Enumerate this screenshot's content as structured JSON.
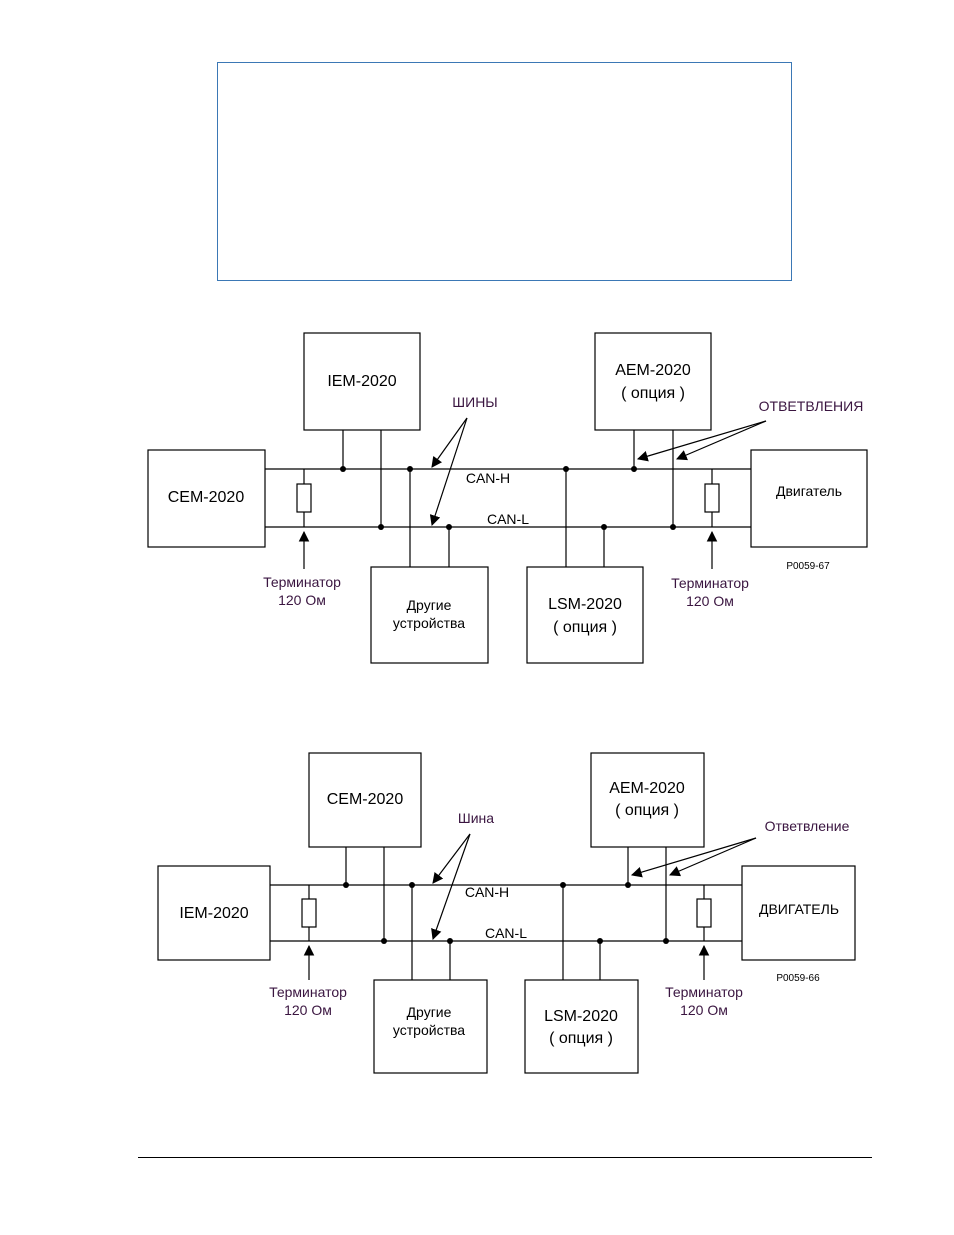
{
  "diagrams": [
    {
      "left_box": "CEM-2020",
      "top_left_box": "IEM-2020",
      "top_right_box_line1": "AEM-2020",
      "top_right_box_line2": "( опция )",
      "bottom_middle_box_line1": "Другие",
      "bottom_middle_box_line2": "устройства",
      "bottom_right_box_line1": "LSM-2020",
      "bottom_right_box_line2": "( опция )",
      "right_box": "Двигатель",
      "can_h": "CAN-H",
      "can_l": "CAN-L",
      "bus_label": "ШИНЫ",
      "stub_label": "ОТВЕТВЛЕНИЯ",
      "term_left_line1": "Терминатор",
      "term_left_line2": "120 Ом",
      "term_right_line1": "Терминатор",
      "term_right_line2": "120 Ом",
      "figure_code": "P0059-67"
    },
    {
      "left_box": "IEM-2020",
      "top_left_box": "CEM-2020",
      "top_right_box_line1": "AEM-2020",
      "top_right_box_line2": "( опция )",
      "bottom_middle_box_line1": "Другие",
      "bottom_middle_box_line2": "устройства",
      "bottom_right_box_line1": "LSM-2020",
      "bottom_right_box_line2": "( опция )",
      "right_box": "ДВИГАТЕЛЬ",
      "can_h": "CAN-H",
      "can_l": "CAN-L",
      "bus_label": "Шина",
      "stub_label": "Ответвление",
      "term_left_line1": "Терминатор",
      "term_left_line2": "120 Ом",
      "term_right_line1": "Терминатор",
      "term_right_line2": "120 Ом",
      "figure_code": "P0059-66"
    }
  ]
}
